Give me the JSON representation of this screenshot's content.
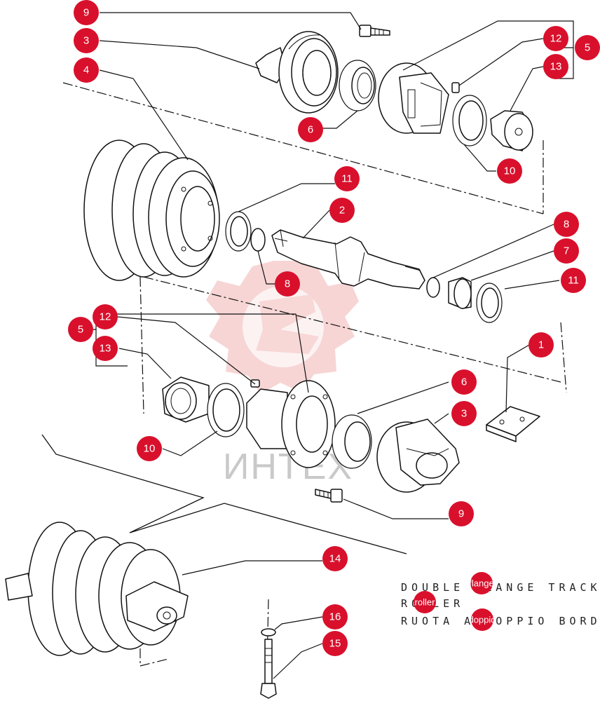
{
  "callouts": [
    {
      "label": "9"
    },
    {
      "label": "3"
    },
    {
      "label": "4"
    },
    {
      "label": "12"
    },
    {
      "label": "5"
    },
    {
      "label": "13"
    },
    {
      "label": "6"
    },
    {
      "label": "10"
    },
    {
      "label": "11"
    },
    {
      "label": "2"
    },
    {
      "label": "8"
    },
    {
      "label": "8"
    },
    {
      "label": "7"
    },
    {
      "label": "11"
    },
    {
      "label": "1"
    },
    {
      "label": "5"
    },
    {
      "label": "12"
    },
    {
      "label": "13"
    },
    {
      "label": "6"
    },
    {
      "label": "3"
    },
    {
      "label": "10"
    },
    {
      "label": "9"
    },
    {
      "label": "14"
    },
    {
      "label": "16"
    },
    {
      "label": "15"
    }
  ],
  "caption": {
    "line1": "DOUBLE FLANGE TRACK",
    "line2": "ROLLER",
    "line3": "RUOTA A DOPPIO BORDO"
  },
  "overlay_chips": [
    "flange",
    "roller",
    "doppio"
  ],
  "watermark": {
    "text": "ИНТЕХ"
  },
  "colors": {
    "callout": "#d9102c",
    "watermark": "#f2b3b3"
  }
}
